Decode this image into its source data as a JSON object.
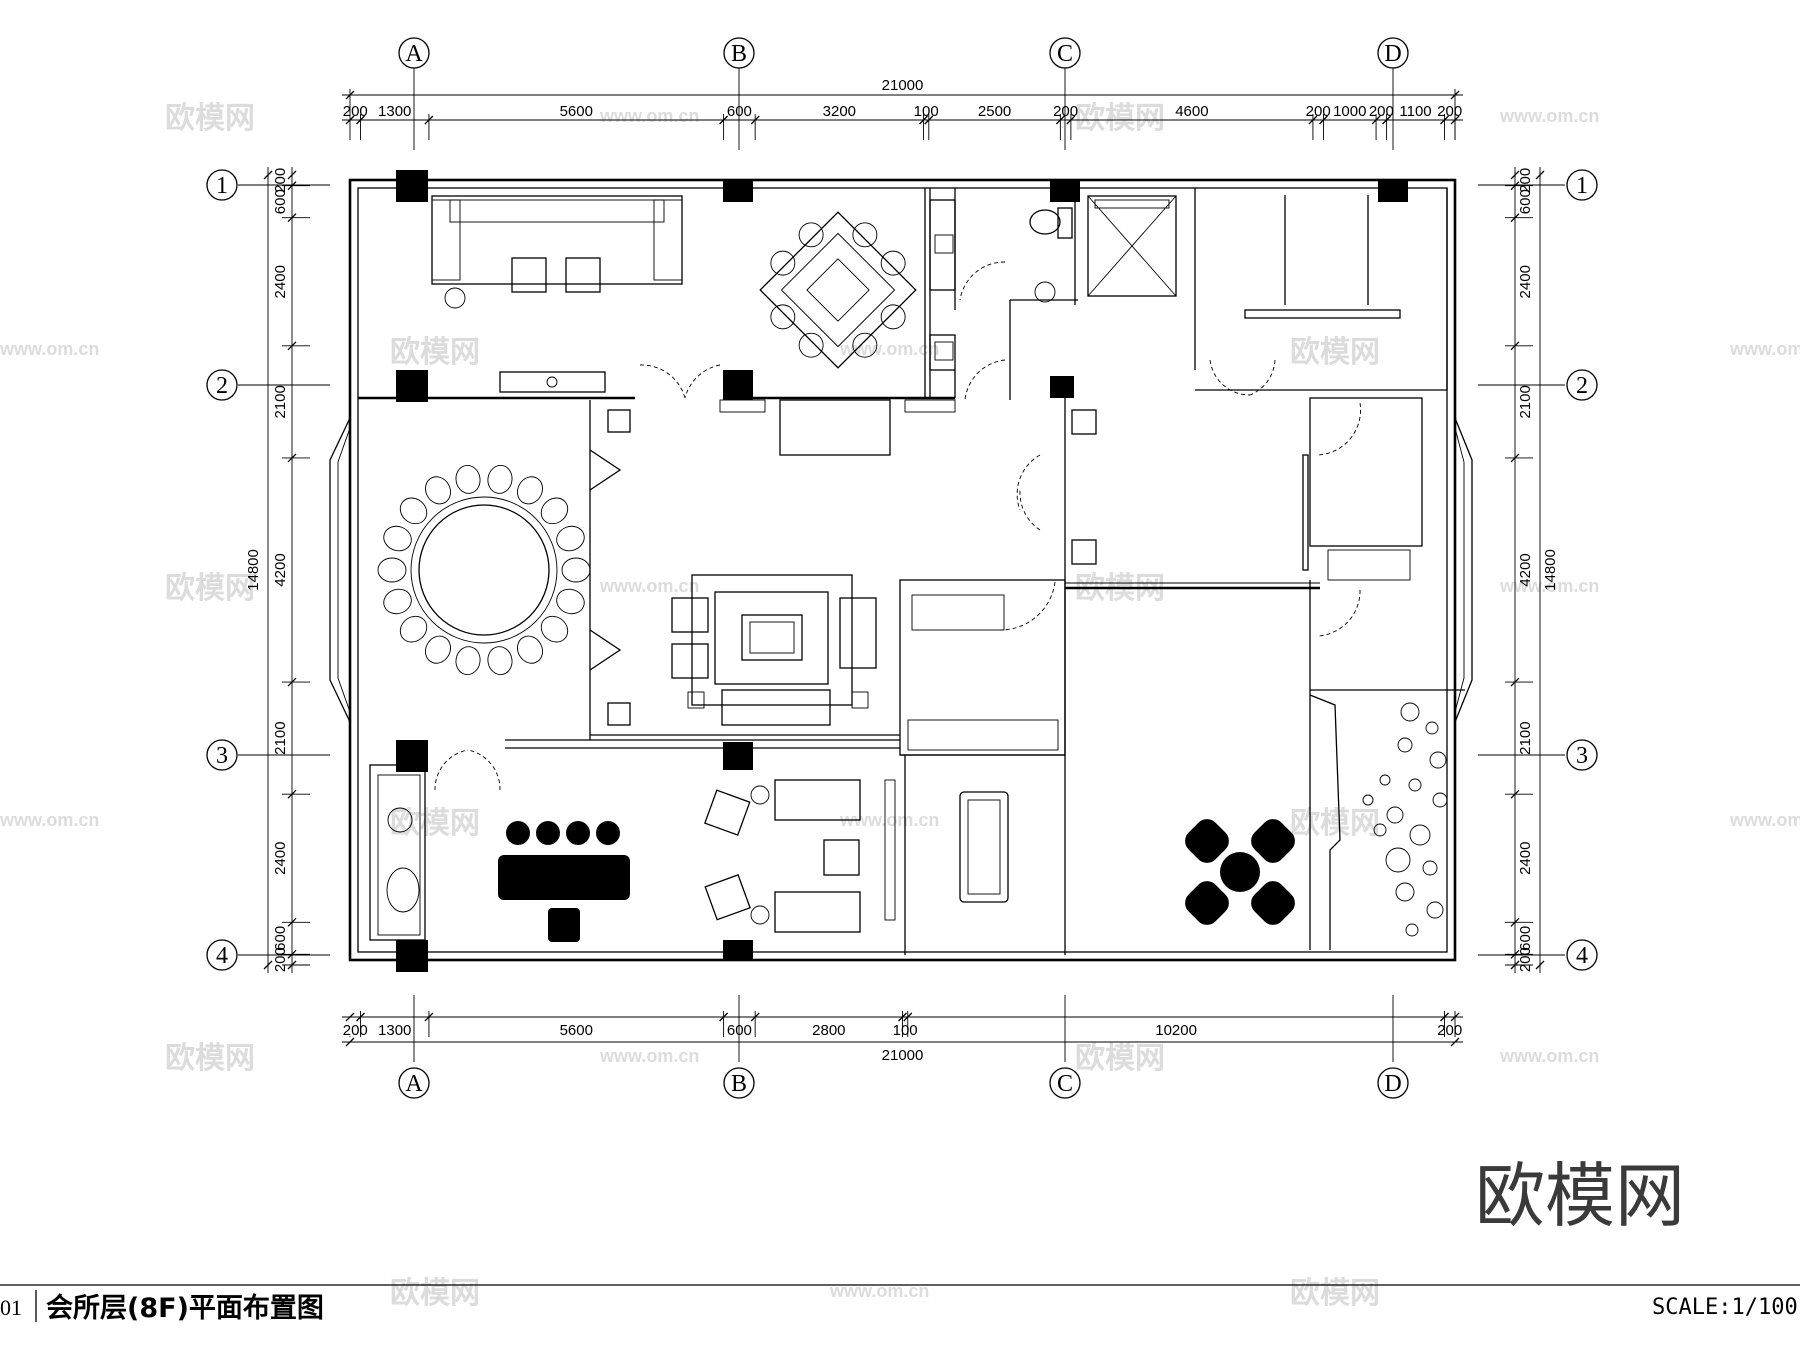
{
  "drawing": {
    "number": "01",
    "title": "会所层(8F)平面布置图",
    "scale": "SCALE:1/100",
    "brand": "欧模网",
    "watermark_text": "欧模网",
    "watermark_url": "www.om.cn"
  },
  "grid": {
    "columns": [
      "A",
      "B",
      "C",
      "D"
    ],
    "rows": [
      "1",
      "2",
      "3",
      "4"
    ]
  },
  "dimensions": {
    "top_total": "21000",
    "top": [
      "200",
      "1300",
      "5600",
      "600",
      "3200",
      "100",
      "2500",
      "200",
      "4600",
      "200",
      "1000",
      "200",
      "1100",
      "200"
    ],
    "bottom_total": "21000",
    "bottom": [
      "200",
      "1300",
      "5600",
      "600",
      "2800",
      "100",
      "10200",
      "200"
    ],
    "left_total": "14800",
    "left": [
      "200",
      "600",
      "2400",
      "2100",
      "4200",
      "2100",
      "2400",
      "600",
      "200"
    ],
    "right_total": "14800",
    "right": [
      "200",
      "600",
      "2400",
      "2100",
      "4200",
      "2100",
      "2400",
      "600",
      "200"
    ]
  }
}
